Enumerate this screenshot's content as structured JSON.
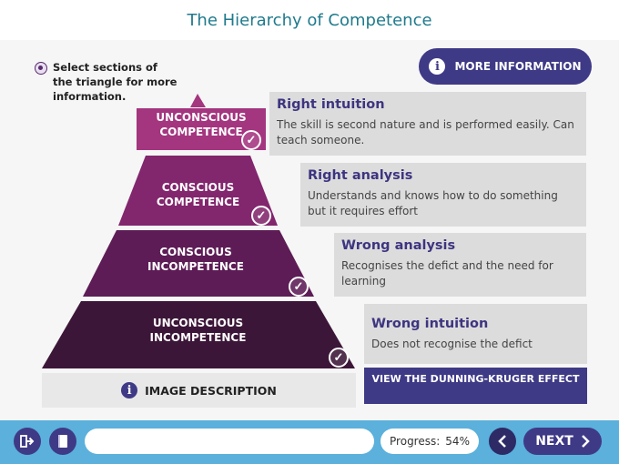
{
  "page": {
    "title": "The Hierarchy of Competence"
  },
  "hint": {
    "text": "Select sections of the triangle for more information."
  },
  "more_info_button": {
    "label": "MORE INFORMATION",
    "icon": "info-icon"
  },
  "pyramid": {
    "tiers": [
      {
        "label_line1": "UNCONSCIOUS",
        "label_line2": "COMPETENCE",
        "color": "#a4357f",
        "completed": true
      },
      {
        "label_line1": "CONSCIOUS",
        "label_line2": "COMPETENCE",
        "color": "#82266d",
        "completed": true
      },
      {
        "label_line1": "CONSCIOUS",
        "label_line2": "INCOMPETENCE",
        "color": "#5d1c56",
        "completed": true
      },
      {
        "label_line1": "UNCONSCIOUS",
        "label_line2": "INCOMPETENCE",
        "color": "#3c1638",
        "completed": true
      }
    ]
  },
  "cards": [
    {
      "title": "Right intuition",
      "description": "The skill is second nature and is performed easily. Can teach someone."
    },
    {
      "title": "Right analysis",
      "description": "Understands and knows how to do something but it requires effort"
    },
    {
      "title": "Wrong analysis",
      "description": "Recognises the defict and the need for learning"
    },
    {
      "title": "Wrong intuition",
      "description": "Does not recognise the defict"
    }
  ],
  "dunning_kruger_button": {
    "label": "VIEW THE DUNNING-KRUGER EFFECT"
  },
  "image_description_button": {
    "label": "IMAGE DESCRIPTION",
    "icon": "info-icon"
  },
  "footer": {
    "exit_icon": "exit-icon",
    "notebook_icon": "notebook-icon",
    "progress_label": "Progress:",
    "progress_value": "54%",
    "progress_fraction": 0.54,
    "prev_icon": "chevron-left-icon",
    "next_label": "NEXT",
    "next_icon": "chevron-right-icon"
  },
  "colors": {
    "accent": "#3f3a86",
    "title": "#1f7a8c",
    "footer_bg": "#5bb0dc",
    "card_bg": "#dcdcdc"
  }
}
